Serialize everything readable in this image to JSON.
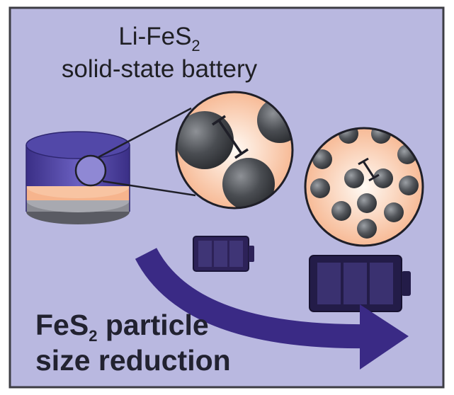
{
  "title": {
    "line1_main": "Li-FeS",
    "line1_sub": "2",
    "line2": "solid-state battery"
  },
  "caption": {
    "line1_main": "FeS",
    "line1_sub": "2",
    "line1_rest": " particle",
    "line2": "size reduction"
  },
  "colors": {
    "background": "#b9b8e0",
    "frame": "#3d3d44",
    "electrolyte": "#f6b48d",
    "cathode_top": "#4b3f9a",
    "arrow": "#3a2a85",
    "particle": "#3a3d42",
    "small_battery": "#2d2258",
    "large_battery": "#231c48"
  }
}
